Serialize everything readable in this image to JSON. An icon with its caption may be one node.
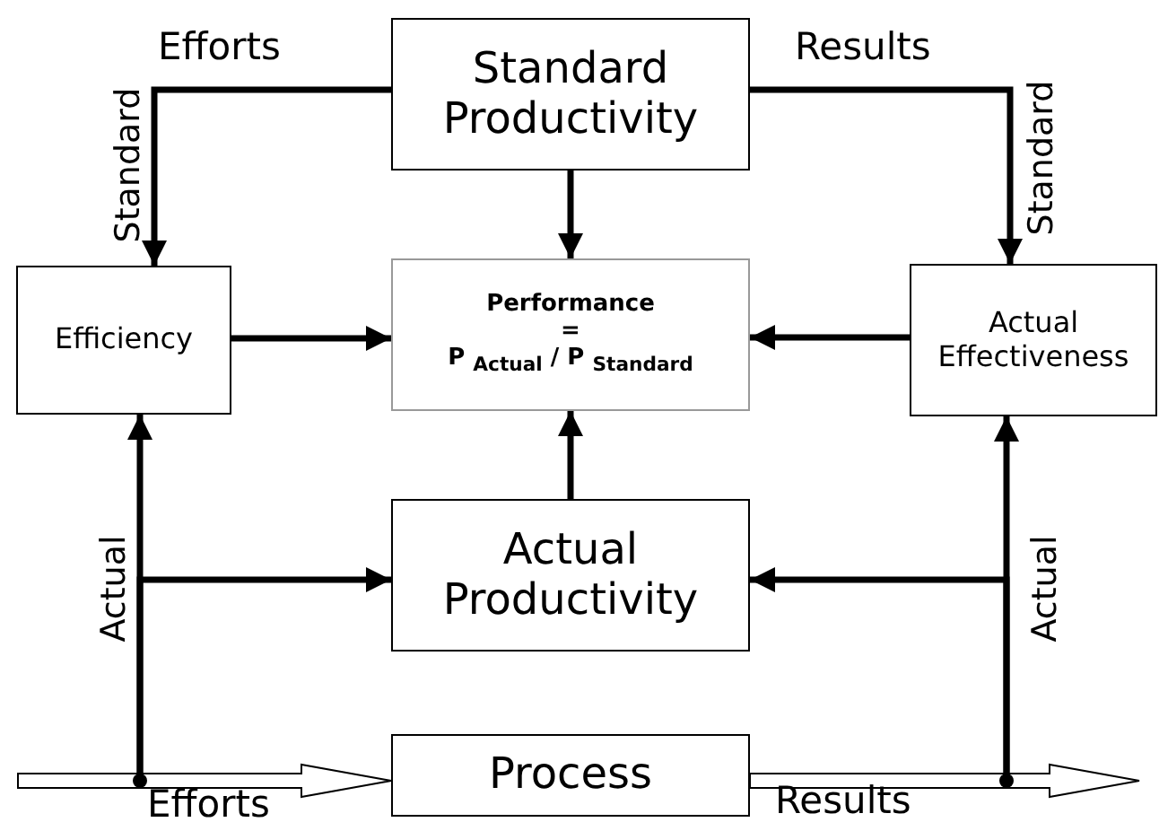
{
  "diagram": {
    "nodes": [
      {
        "text": [
          "Standard Productivity"
        ]
      },
      {
        "text": [
          "Efficiency"
        ]
      },
      {
        "text": [
          "Performance",
          "=",
          "P $_{Actual}$ / P $_{Standard}$"
        ]
      },
      {
        "text": [
          "Actual Effectiveness"
        ]
      },
      {
        "text": [
          "Actual Productivity"
        ]
      },
      {
        "text": [
          "Process"
        ]
      },
      {
        "text": [],
        "shape": "circle"
      },
      {
        "text": [],
        "shape": "circle"
      }
    ],
    "edges": [
      {
        "from": 0,
        "to": 1,
        "arrow": "to",
        "label": "Efforts"
      },
      {
        "from": 0,
        "to": 3,
        "arrow": "to",
        "label": "Results"
      },
      {
        "from": 0,
        "to": 2,
        "arrow": "to"
      },
      {
        "from": 1,
        "to": 2,
        "arrow": "to"
      },
      {
        "from": 3,
        "to": 2,
        "arrow": "to"
      },
      {
        "from": 4,
        "to": 2,
        "arrow": "to"
      },
      {
        "from": 6,
        "to": 1,
        "arrow": "to"
      },
      {
        "from": 6,
        "to": 4,
        "arrow": "to"
      },
      {
        "from": 7,
        "to": 3,
        "arrow": "to"
      },
      {
        "from": 7,
        "to": 4,
        "arrow": "to"
      },
      {
        "from": null,
        "to": 5,
        "arrow": "to",
        "label": "Efforts",
        "style": "thick"
      },
      {
        "from": 5,
        "to": null,
        "arrow": "to",
        "label": "Results",
        "style": "thick"
      }
    ],
    "labels": [
      "Standard",
      "Standard",
      "Actual",
      "Actual"
    ]
  }
}
